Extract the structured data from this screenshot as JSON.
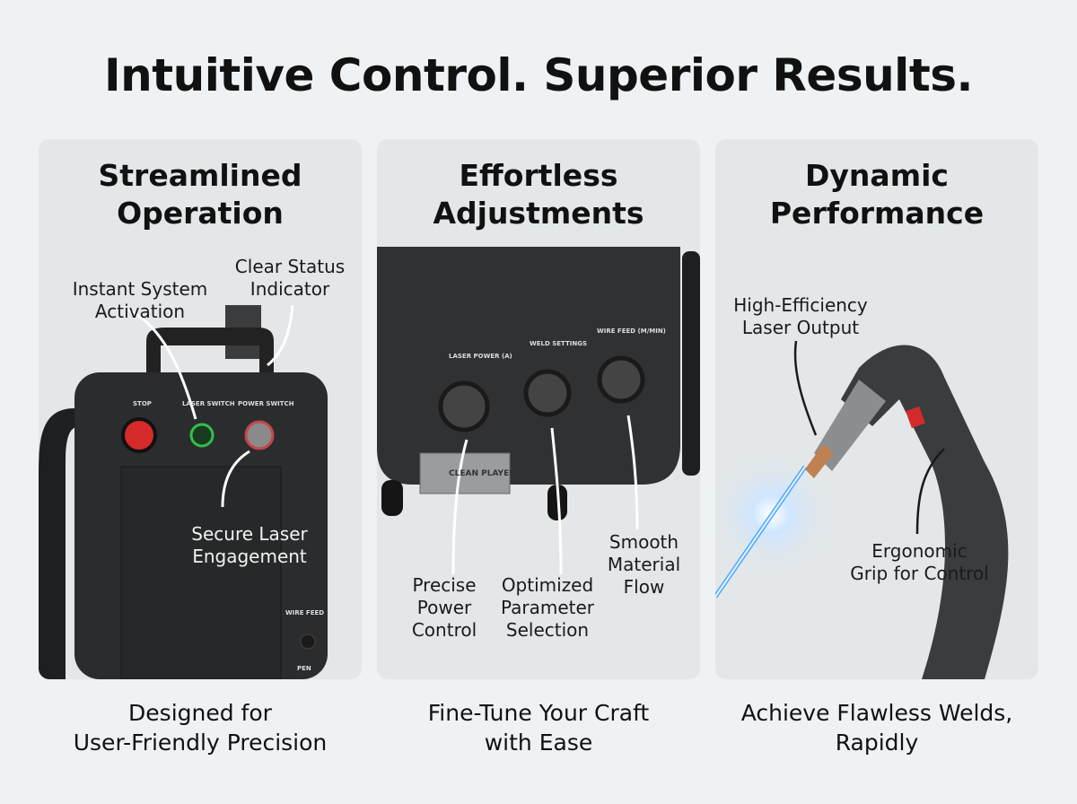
{
  "headline": "Intuitive Control. Superior Results.",
  "panels": [
    {
      "title": "Streamlined\nOperation",
      "caption": "Designed for\nUser-Friendly Precision",
      "callouts": [
        "Instant System\nActivation",
        "Clear Status\nIndicator",
        "Secure Laser\nEngagement"
      ],
      "device_labels": [
        "STOP",
        "LASER SWITCH",
        "POWER SWITCH",
        "WIRE FEED",
        "PEN"
      ]
    },
    {
      "title": "Effortless\nAdjustments",
      "caption": "Fine-Tune Your Craft\nwith Ease",
      "callouts": [
        "Precise\nPower\nControl",
        "Optimized\nParameter\nSelection",
        "Smooth\nMaterial\nFlow"
      ],
      "device_labels": [
        "LASER POWER (A)",
        "WELD SETTINGS",
        "WIRE FEED (M/MIN)",
        "CLEAN PLAYER"
      ]
    },
    {
      "title": "Dynamic\nPerformance",
      "caption": "Achieve Flawless Welds,\nRapidly",
      "callouts": [
        "High-Efficiency\nLaser Output",
        "Ergonomic\nGrip for Control"
      ]
    }
  ],
  "colors": {
    "background": "#eef2f4",
    "card": "#e3e7e9",
    "machine": "#2a2c2e",
    "stop": "#d42a2a",
    "laser_on": "#2fc04a",
    "beam": "#4aa8ff"
  }
}
